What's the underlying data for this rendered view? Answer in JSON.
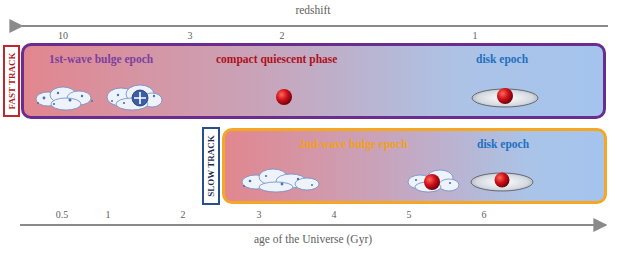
{
  "diagram": {
    "nodes": [
      {
        "text": [
          "FAST TRACK"
        ]
      },
      {
        "text": [
          "1st-wave bulge epoch",
          "compact quiescent phase",
          "disk epoch"
        ]
      },
      {
        "text": [
          "SLOW TRACK"
        ]
      },
      {
        "text": [
          "2nd-wave bulge epoch",
          "disk epoch"
        ]
      }
    ],
    "labels": [
      "redshift",
      "10",
      "3",
      "2",
      "1",
      "0.5",
      "1",
      "2",
      "3",
      "4",
      "5",
      "6",
      "age of the Universe (Gyr)"
    ]
  }
}
